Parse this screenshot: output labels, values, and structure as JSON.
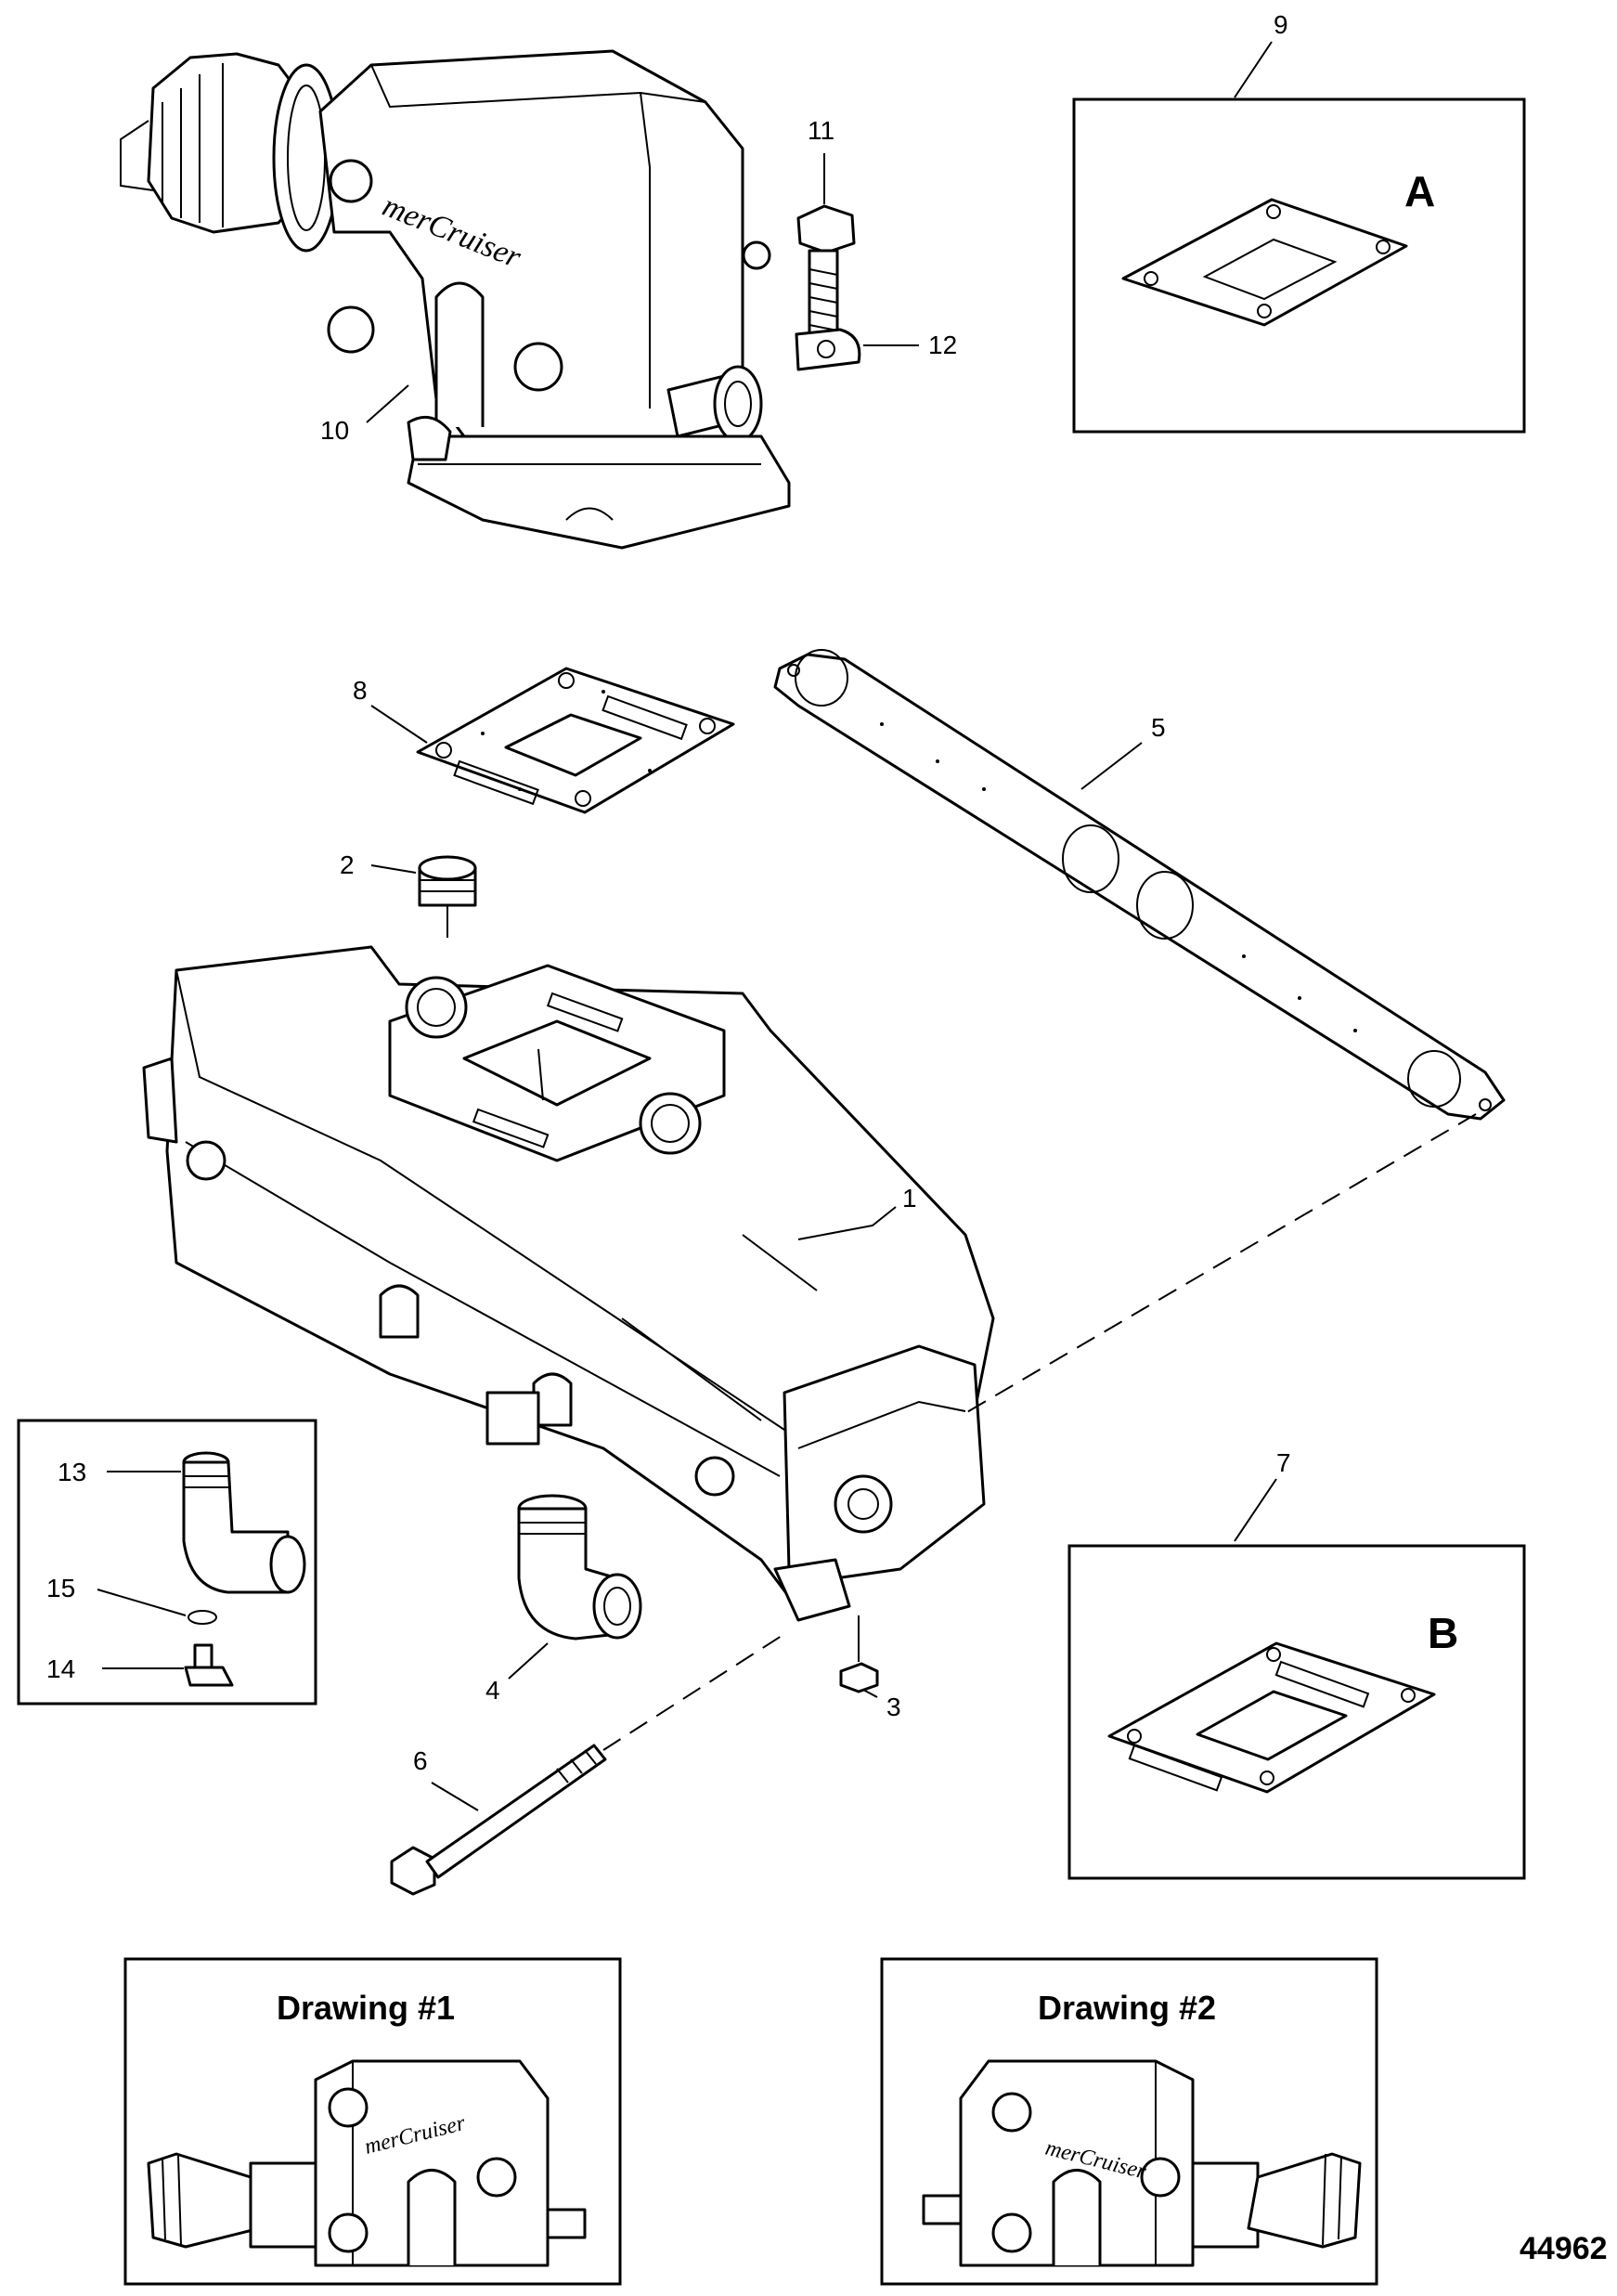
{
  "callouts": {
    "c1": "1",
    "c2": "2",
    "c3": "3",
    "c4": "4",
    "c5": "5",
    "c6": "6",
    "c7": "7",
    "c8": "8",
    "c9": "9",
    "c10": "10",
    "c11": "11",
    "c12": "12",
    "c13": "13",
    "c14": "14",
    "c15": "15"
  },
  "boxes": {
    "a_label": "A",
    "b_label": "B"
  },
  "drawings": {
    "d1_title": "Drawing #1",
    "d2_title": "Drawing #2"
  },
  "figure_number": "44962",
  "logo_text": "merCruiser"
}
